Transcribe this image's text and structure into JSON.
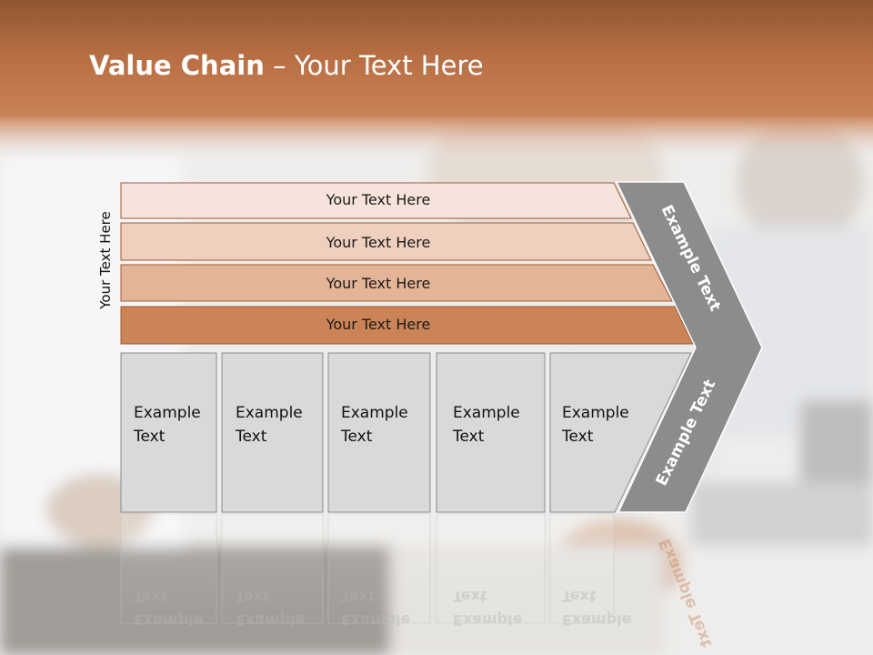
{
  "slide": {
    "title_bold": "Value Chain",
    "title_rest": " – Your Text Here",
    "side_label": "Your Text Here"
  },
  "bars": [
    {
      "label": "Your Text Here",
      "fill": "#f6e4dc"
    },
    {
      "label": "Your Text Here",
      "fill": "#efcfbd"
    },
    {
      "label": "Your Text Here",
      "fill": "#e4b497"
    },
    {
      "label": "Your Text Here",
      "fill": "#cc8356"
    }
  ],
  "boxes": [
    {
      "line1": "Example",
      "line2": "Text"
    },
    {
      "line1": "Example",
      "line2": "Text"
    },
    {
      "line1": "Example",
      "line2": "Text"
    },
    {
      "line1": "Example",
      "line2": "Text"
    },
    {
      "line1": "Example",
      "line2": "Text"
    }
  ],
  "chevron": {
    "upper_label": "Example Text",
    "lower_label": "Example Text",
    "fill": "#8c8c8c"
  },
  "colors": {
    "header": "#c07549",
    "box_fill": "#d9d9d9",
    "box_border": "#8c8c8c"
  }
}
